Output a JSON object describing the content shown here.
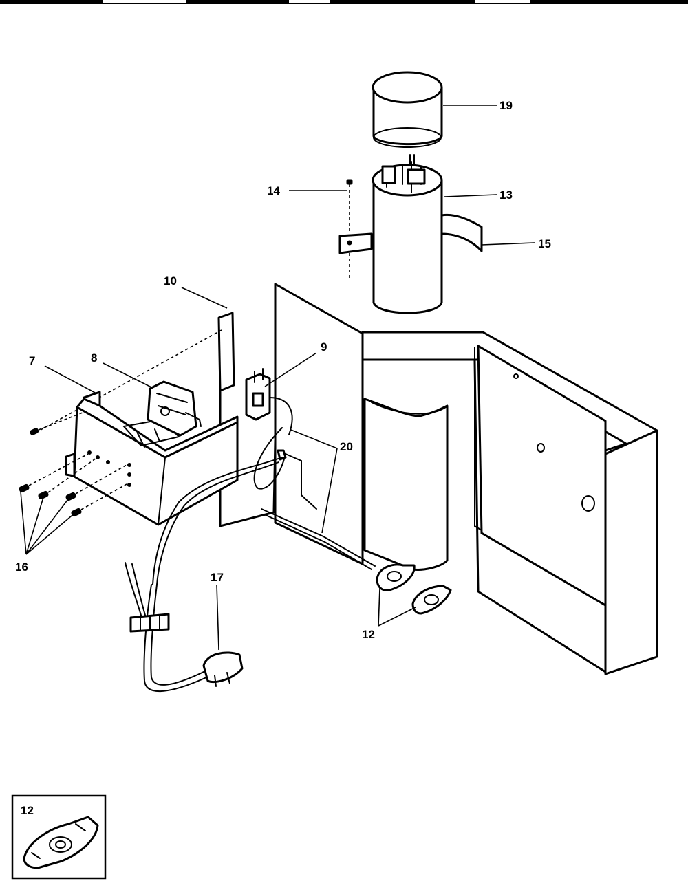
{
  "callouts": {
    "c7": "7",
    "c8": "8",
    "c9": "9",
    "c10": "10",
    "c12": "12",
    "c13": "13",
    "c14": "14",
    "c15": "15",
    "c16": "16",
    "c17": "17",
    "c19": "19",
    "c20": "20"
  },
  "inset": {
    "label": "12"
  },
  "icons": [
    "capacitor-cover-icon",
    "capacitor-icon",
    "screw-icon",
    "capacitor-strap-icon",
    "control-box-icon",
    "relay-icon",
    "switch-icon",
    "insulator-icon",
    "mounting-panel-icon",
    "clip-icon",
    "power-cord-icon",
    "plug-icon",
    "wire-harness-icon"
  ]
}
